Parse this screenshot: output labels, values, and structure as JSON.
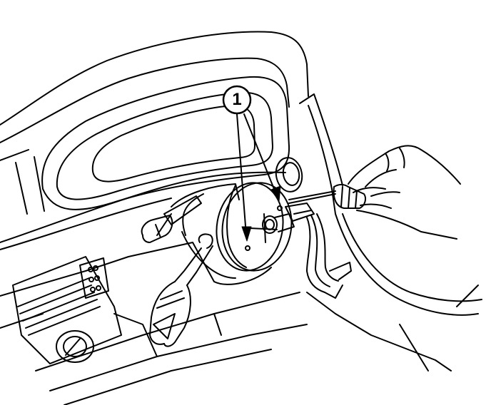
{
  "callouts": [
    {
      "label": "1"
    }
  ],
  "colors": {
    "background": "#ffffff",
    "line": "#000000"
  },
  "icons": [
    "steering-column-illustration",
    "clockspring-illustration",
    "screwdriver-illustration",
    "hand-illustration"
  ]
}
